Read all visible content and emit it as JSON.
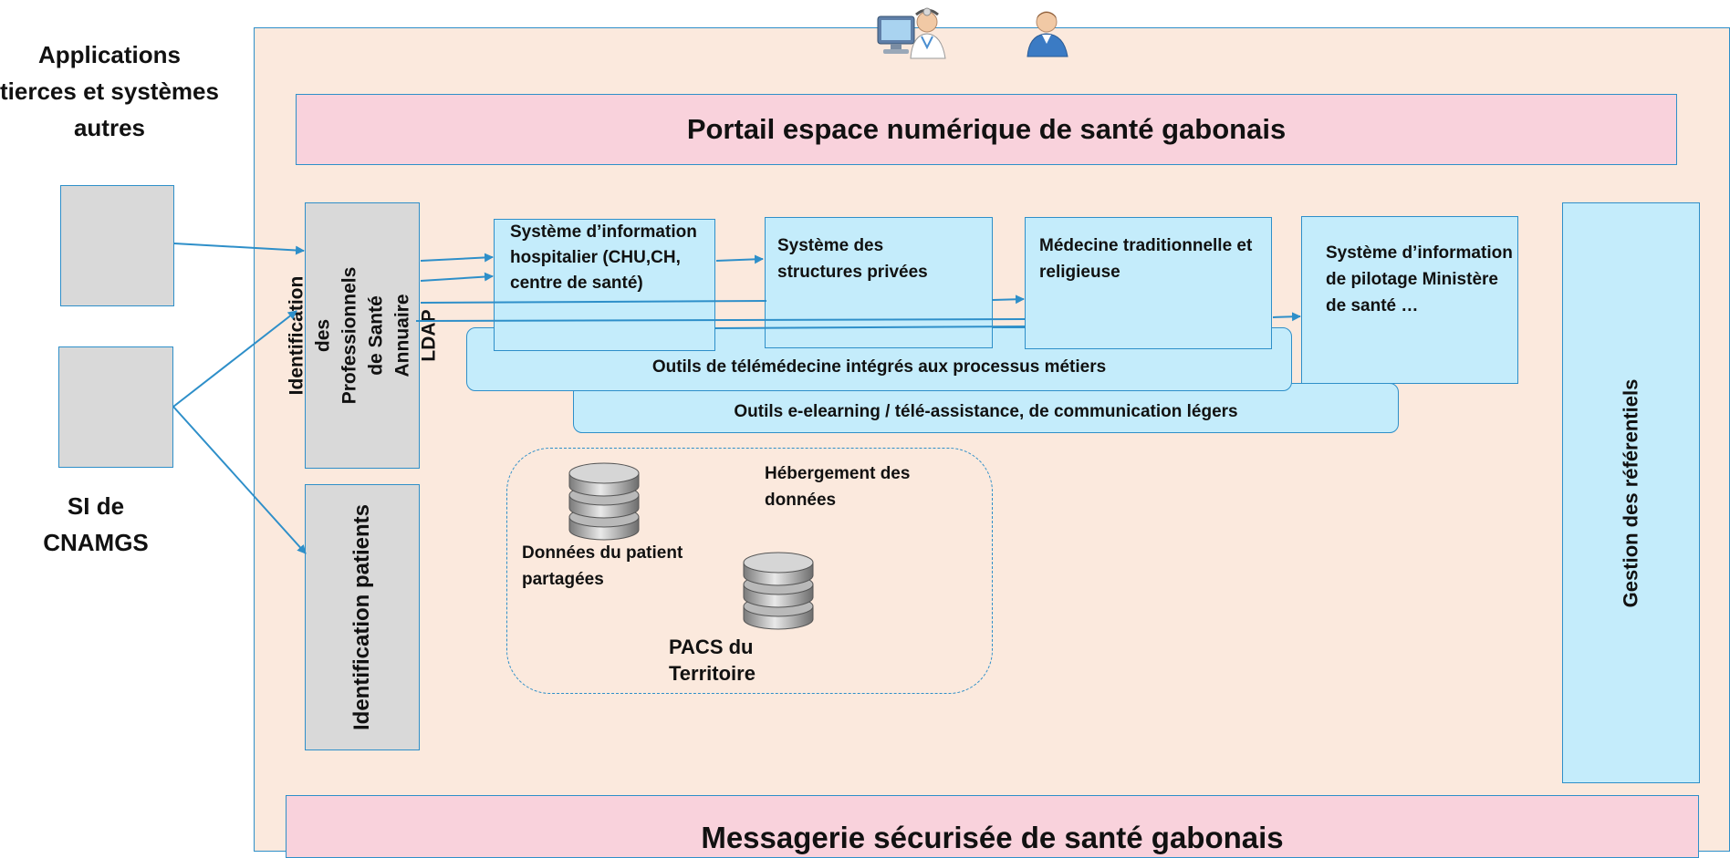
{
  "left_labels": {
    "apps": "Applications tierces et systèmes autres",
    "cnamgs": "SI de CNAMGS"
  },
  "portal": "Portail espace numérique de santé gabonais",
  "messaging": "Messagerie sécurisée de santé gabonais",
  "identification_pro": "Identification  des Professionnels  de Santé Annuaire LDAP",
  "identification_patients": "Identification patients",
  "referentials": "Gestion des référentiels",
  "systems": {
    "hospital": "Système d’information hospitalier (CHU,CH, centre de santé)",
    "private": "Système des structures privées",
    "traditional": "Médecine traditionnelle et religieuse",
    "steering": "Système d’information de pilotage Ministère de santé …"
  },
  "bands": {
    "telemedicine": "Outils de télémédecine intégrés aux processus métiers",
    "elearning": "Outils e-elearning / télé-assistance, de communication légers"
  },
  "hosting": {
    "title": "Hébergement des données",
    "patient_data": "Données du patient partagées",
    "pacs": "PACS du Territoire"
  },
  "icons": {
    "doctor": "doctor-computer-icon",
    "user": "user-icon",
    "database": "database-icon"
  },
  "colors": {
    "frame_bg": "#fbe9dd",
    "stroke": "#2e8fc9",
    "pink": "#f9d2dc",
    "cyan": "#c4ecfb",
    "gray": "#d9d9d9"
  }
}
